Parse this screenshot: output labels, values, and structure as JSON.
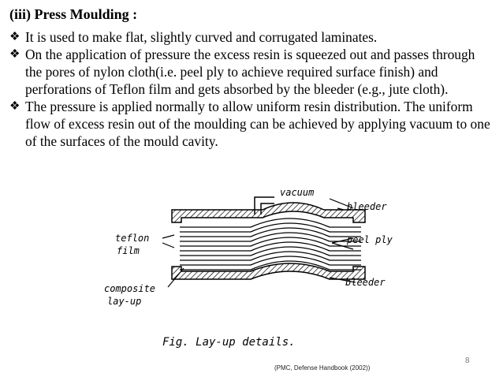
{
  "slide": {
    "heading": "(iii) Press Moulding :",
    "bullets": [
      "It is used to make flat, slightly curved and corrugated laminates.",
      "On the application of pressure  the excess resin is squeezed out and passes through the pores of nylon cloth(i.e. peel ply to achieve required surface finish) and perforations of Teflon film and gets absorbed by the bleeder (e.g., jute cloth).",
      "The pressure is applied normally to allow uniform resin distribution. The uniform flow of excess resin out of the moulding can be achieved by applying vacuum to one of the surfaces of the mould cavity."
    ],
    "bullet_icon": "diamond-bullet-icon",
    "figure": {
      "label_vacuum": "vacuum",
      "label_bleeder_top": "bleeder",
      "label_teflon_1": "teflon",
      "label_teflon_2": "film",
      "label_peel_ply": "peel ply",
      "label_composite_1": "composite",
      "label_composite_2": "lay-up",
      "label_bleeder_bottom": "bleeder",
      "caption": "Fig.  Lay-up  details."
    },
    "page_number": "8",
    "citation": "(PMC, Defense Handbook (2002))"
  }
}
